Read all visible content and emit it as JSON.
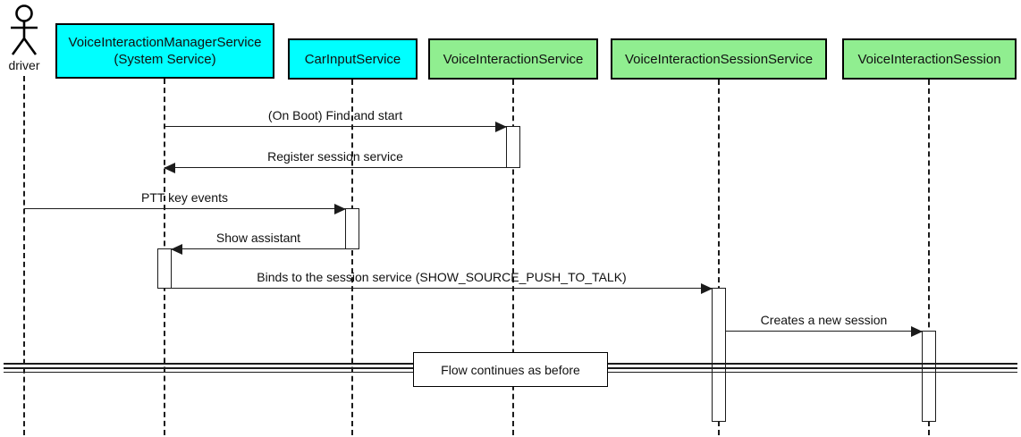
{
  "colors": {
    "participant_cyan": "#00FFFF",
    "participant_green": "#90EE90",
    "line": "#1b1b1b",
    "background": "#FFFFFF"
  },
  "actor": {
    "label": "driver"
  },
  "participants": [
    {
      "label": "VoiceInteractionManagerService",
      "sublabel": "(System Service)",
      "fill": "#00FFFF"
    },
    {
      "label": "CarInputService",
      "fill": "#00FFFF"
    },
    {
      "label": "VoiceInteractionService",
      "fill": "#90EE90"
    },
    {
      "label": "VoiceInteractionSessionService",
      "fill": "#90EE90"
    },
    {
      "label": "VoiceInteractionSession",
      "fill": "#90EE90"
    }
  ],
  "messages": [
    {
      "label": "(On Boot) Find and start",
      "from": "VoiceInteractionManagerService",
      "to": "VoiceInteractionService",
      "direction": "right"
    },
    {
      "label": "Register session service",
      "from": "VoiceInteractionService",
      "to": "VoiceInteractionManagerService",
      "direction": "left"
    },
    {
      "label": "PTT key events",
      "from": "driver",
      "to": "CarInputService",
      "direction": "right"
    },
    {
      "label": "Show assistant",
      "from": "CarInputService",
      "to": "VoiceInteractionManagerService",
      "direction": "left"
    },
    {
      "label": "Binds to the session service (SHOW_SOURCE_PUSH_TO_TALK)",
      "from": "VoiceInteractionManagerService",
      "to": "VoiceInteractionSessionService",
      "direction": "right"
    },
    {
      "label": "Creates a new session",
      "from": "VoiceInteractionSessionService",
      "to": "VoiceInteractionSession",
      "direction": "right"
    }
  ],
  "divider": {
    "label": "Flow continues as before"
  }
}
